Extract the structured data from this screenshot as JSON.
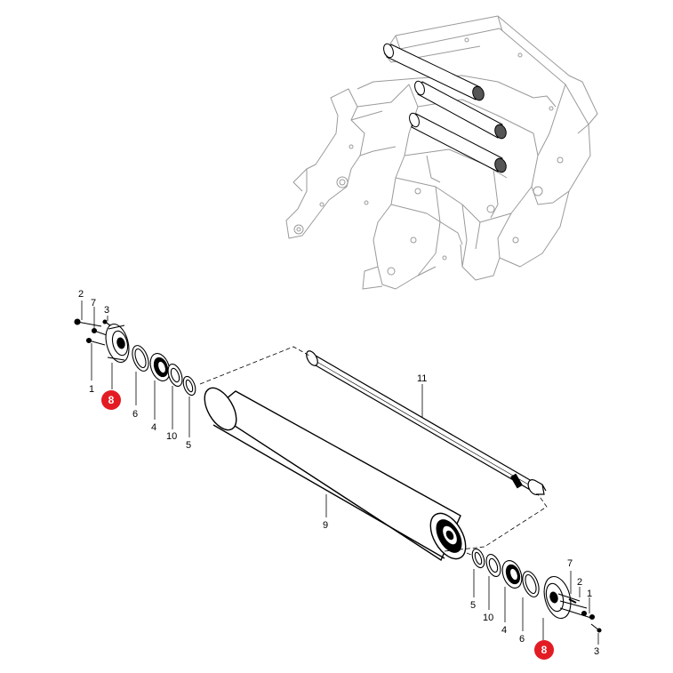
{
  "diagram": {
    "highlight_color": "#e31b23",
    "line_color": "#000000",
    "frame_color": "#999999",
    "callouts": {
      "left_2": "2",
      "left_7": "7",
      "left_3": "3",
      "left_1": "1",
      "left_8": "8",
      "left_6": "6",
      "left_4": "4",
      "left_10": "10",
      "left_5": "5",
      "shaft_11": "11",
      "tube_9": "9",
      "right_5": "5",
      "right_10": "10",
      "right_4": "4",
      "right_6": "6",
      "right_8": "8",
      "right_7": "7",
      "right_2": "2",
      "right_1": "1",
      "right_3": "3"
    }
  }
}
